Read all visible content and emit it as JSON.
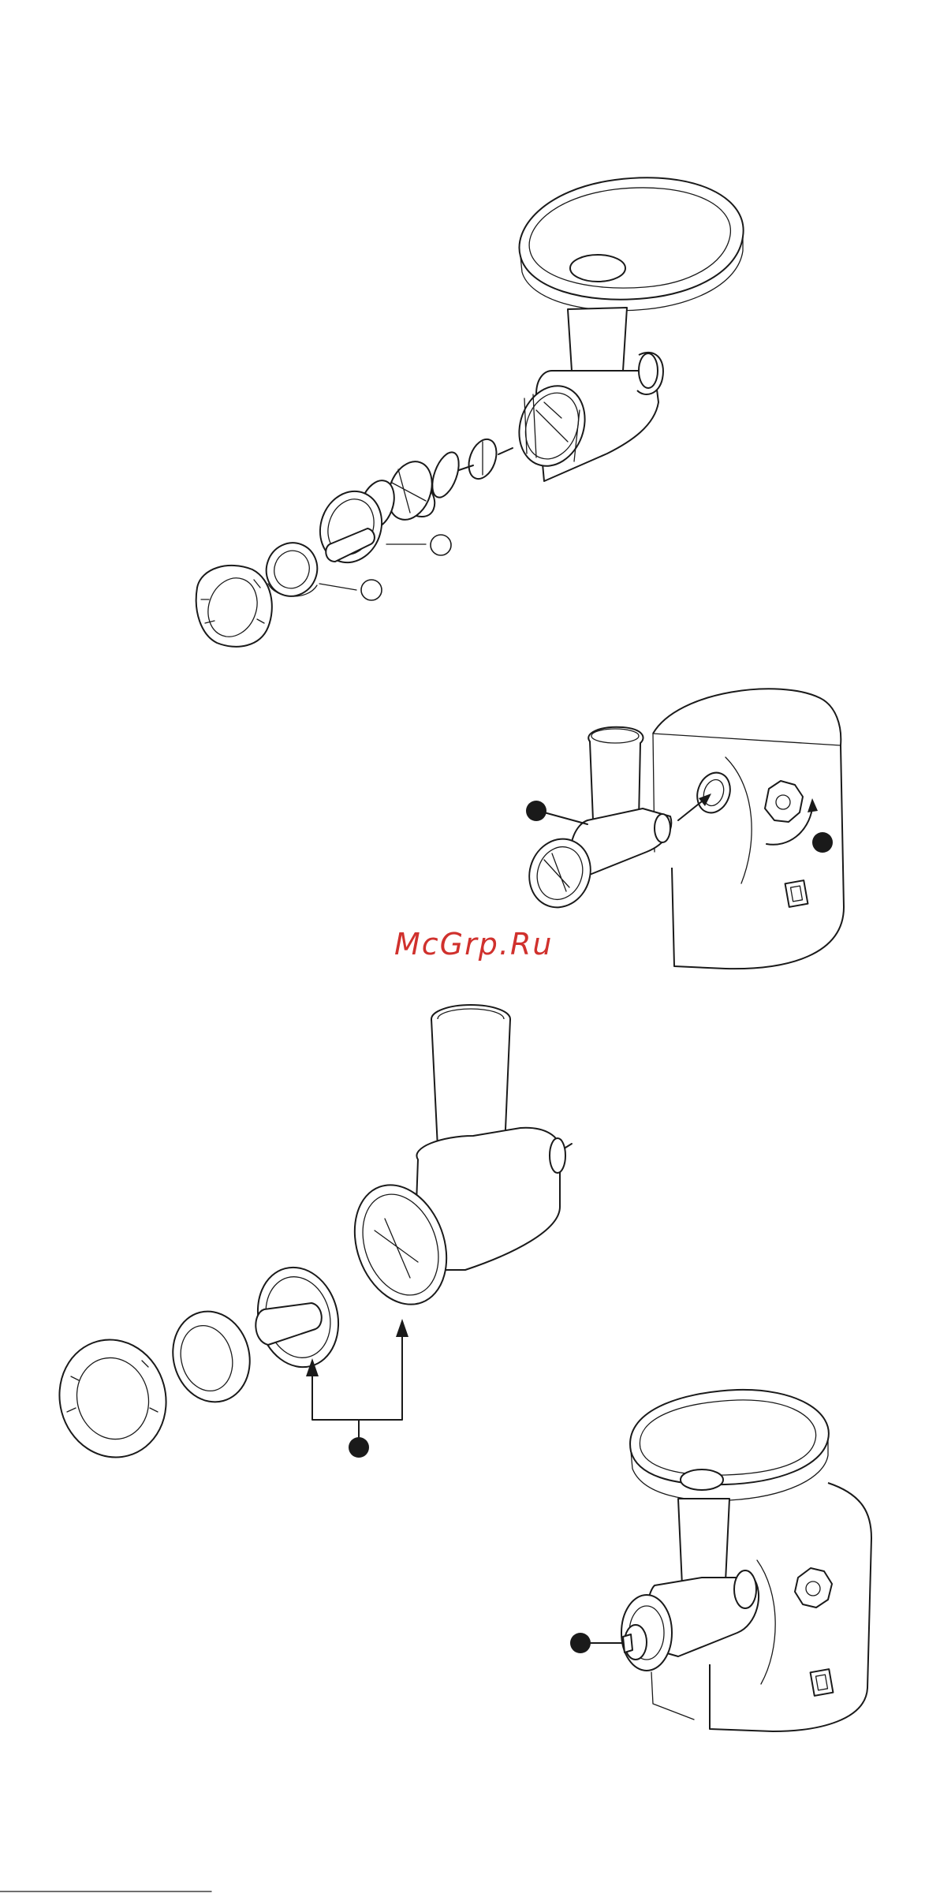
{
  "watermark": {
    "text": "McGrp.Ru",
    "color": "#d0312d"
  },
  "figures": [
    {
      "id": "exploded-assembly",
      "callouts": 2,
      "callout_style": "hollow"
    },
    {
      "id": "mounting-on-base",
      "callouts": 2,
      "callout_style": "filled"
    },
    {
      "id": "head-alignment",
      "callouts": 1,
      "callout_style": "filled"
    },
    {
      "id": "assembled-grinder",
      "callouts": 1,
      "callout_style": "filled"
    }
  ],
  "icons": [
    "power-switch-icon",
    "rotation-arrow-icon",
    "insert-arrow-icon"
  ]
}
